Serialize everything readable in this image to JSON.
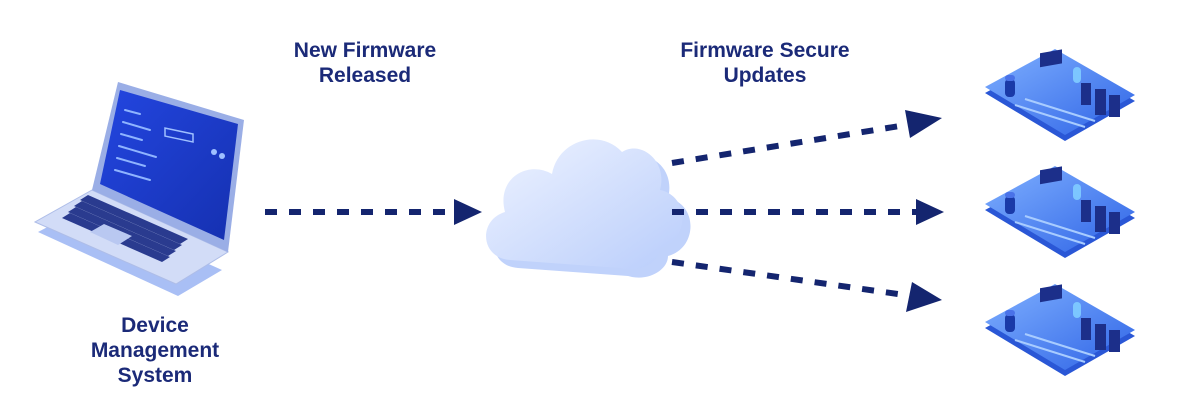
{
  "labels": {
    "new_firmware": [
      "New Firmware",
      "Released"
    ],
    "secure_updates": [
      "Firmware Secure",
      "Updates"
    ],
    "device_management": [
      "Device",
      "Management",
      "System"
    ]
  },
  "nodes": {
    "source": "laptop",
    "hub": "cloud",
    "targets": [
      "circuit-board",
      "circuit-board",
      "circuit-board"
    ]
  },
  "colors": {
    "text": "#1b2a78",
    "arrow": "#14256f",
    "laptop_body": "#c9d4f5",
    "screen": "#1a3ad1",
    "cloud": "#dbe6ff",
    "board": "#3f7ef2"
  }
}
